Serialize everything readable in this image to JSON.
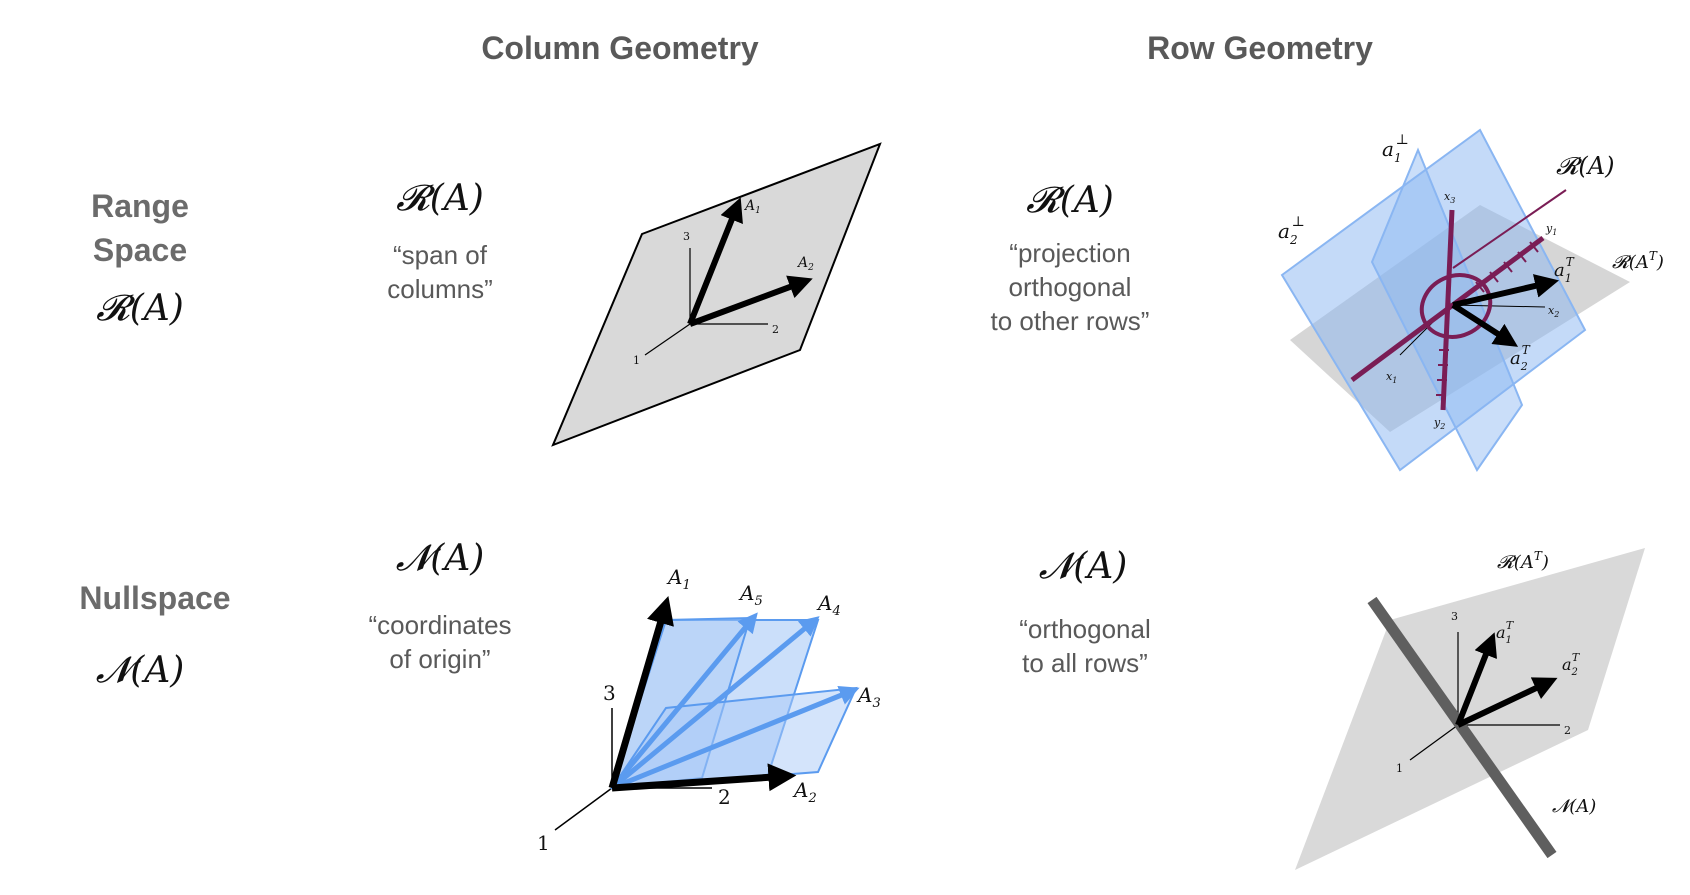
{
  "headers": {
    "column_geometry": "Column Geometry",
    "row_geometry": "Row Geometry"
  },
  "rows": {
    "range": {
      "title_line1": "Range",
      "title_line2": "Space",
      "symbol": "𝓡(A)"
    },
    "null": {
      "title": "Nullspace",
      "symbol": "𝓝(A)"
    }
  },
  "cells": {
    "col_range": {
      "symbol": "𝓡(A)",
      "caption_lines": [
        "“span of",
        "columns”"
      ]
    },
    "row_range": {
      "symbol": "𝓡(A)",
      "caption_lines": [
        "“projection",
        "orthogonal",
        "to other rows”"
      ]
    },
    "col_null": {
      "symbol": "𝓝(A)",
      "caption_lines": [
        "“coordinates",
        "of origin”"
      ]
    },
    "row_null": {
      "symbol": "𝓝(A)",
      "caption_lines": [
        "“orthogonal",
        "to all rows”"
      ]
    }
  },
  "diagram_labels": {
    "col_range": {
      "a1": "A",
      "a1_sub": "1",
      "a2": "A",
      "a2_sub": "2",
      "axis1": "1",
      "axis2": "2",
      "axis3": "3"
    },
    "col_null": {
      "a1": "A",
      "a1_sub": "1",
      "a2": "A",
      "a2_sub": "2",
      "a3": "A",
      "a3_sub": "3",
      "a4": "A",
      "a4_sub": "4",
      "a5": "A",
      "a5_sub": "5",
      "axis1": "1",
      "axis2": "2",
      "axis3": "3"
    },
    "row_range": {
      "a1perp": "a",
      "a1perp_sub": "1",
      "a1perp_sup": "⊥",
      "a2perp": "a",
      "a2perp_sub": "2",
      "a2perp_sup": "⊥",
      "range_a": "𝓡(A)",
      "range_at": "𝓡(A",
      "range_at_sup": "T",
      "range_at_close": ")",
      "a1t": "a",
      "a1t_sub": "1",
      "a1t_sup": "T",
      "a2t": "a",
      "a2t_sub": "2",
      "a2t_sup": "T",
      "x1": "x",
      "x1_sub": "1",
      "x2": "x",
      "x2_sub": "2",
      "x3": "x",
      "x3_sub": "3",
      "y1": "y",
      "y1_sub": "1",
      "y2": "y",
      "y2_sub": "2"
    },
    "row_null": {
      "range_at": "𝓡(A",
      "range_at_sup": "T",
      "range_at_close": ")",
      "null_a": "𝓝(A)",
      "a1t": "a",
      "a1t_sub": "1",
      "a1t_sup": "T",
      "a2t": "a",
      "a2t_sub": "2",
      "a2t_sup": "T",
      "axis1": "1",
      "axis2": "2",
      "axis3": "3"
    }
  },
  "colors": {
    "plane_gray": "#d9d9d9",
    "plane_blue": "#a9c9f7",
    "arrow_blue": "#5b9bef",
    "maroon": "#7a1d55",
    "nullspace_line": "#5f5f5f"
  }
}
